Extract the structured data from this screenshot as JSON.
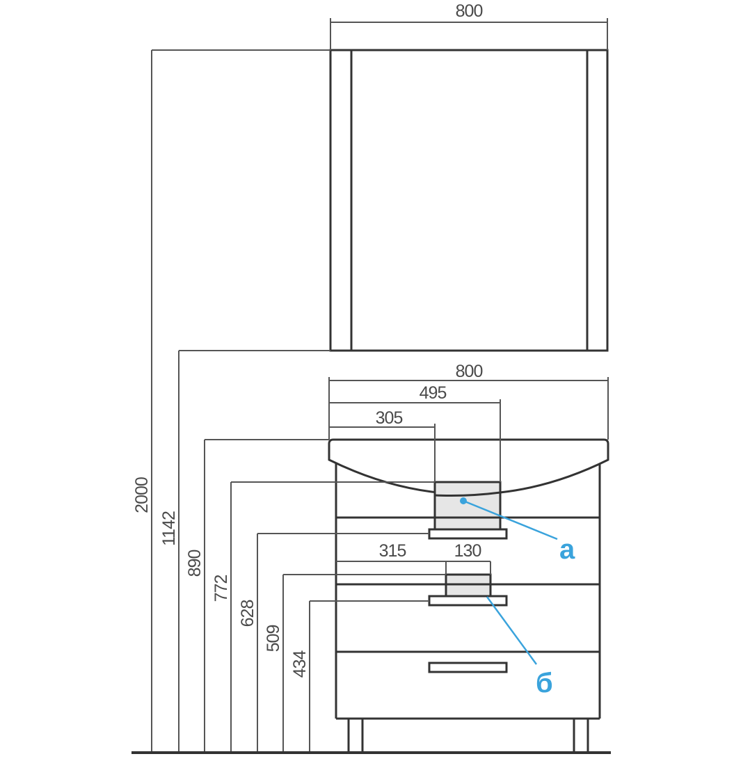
{
  "mirror": {
    "width_label": "800"
  },
  "vanity": {
    "width_label": "800",
    "sink_center_a_label": "495",
    "sink_offset_a_label": "305",
    "offset_b_label": "315",
    "width_b_label": "130"
  },
  "heights": {
    "total_label": "2000",
    "mirror_bottom_label": "1142",
    "counter_label": "890",
    "a_top_label": "772",
    "a_bottom_label": "628",
    "b_top_label": "509",
    "b_bottom_label": "434"
  },
  "callouts": {
    "a_label": "a",
    "b_label": "б"
  },
  "colors": {
    "line": "#333333",
    "dimension": "#555555",
    "callout": "#3aa3dc",
    "part_fill": "#e6e6e6"
  }
}
